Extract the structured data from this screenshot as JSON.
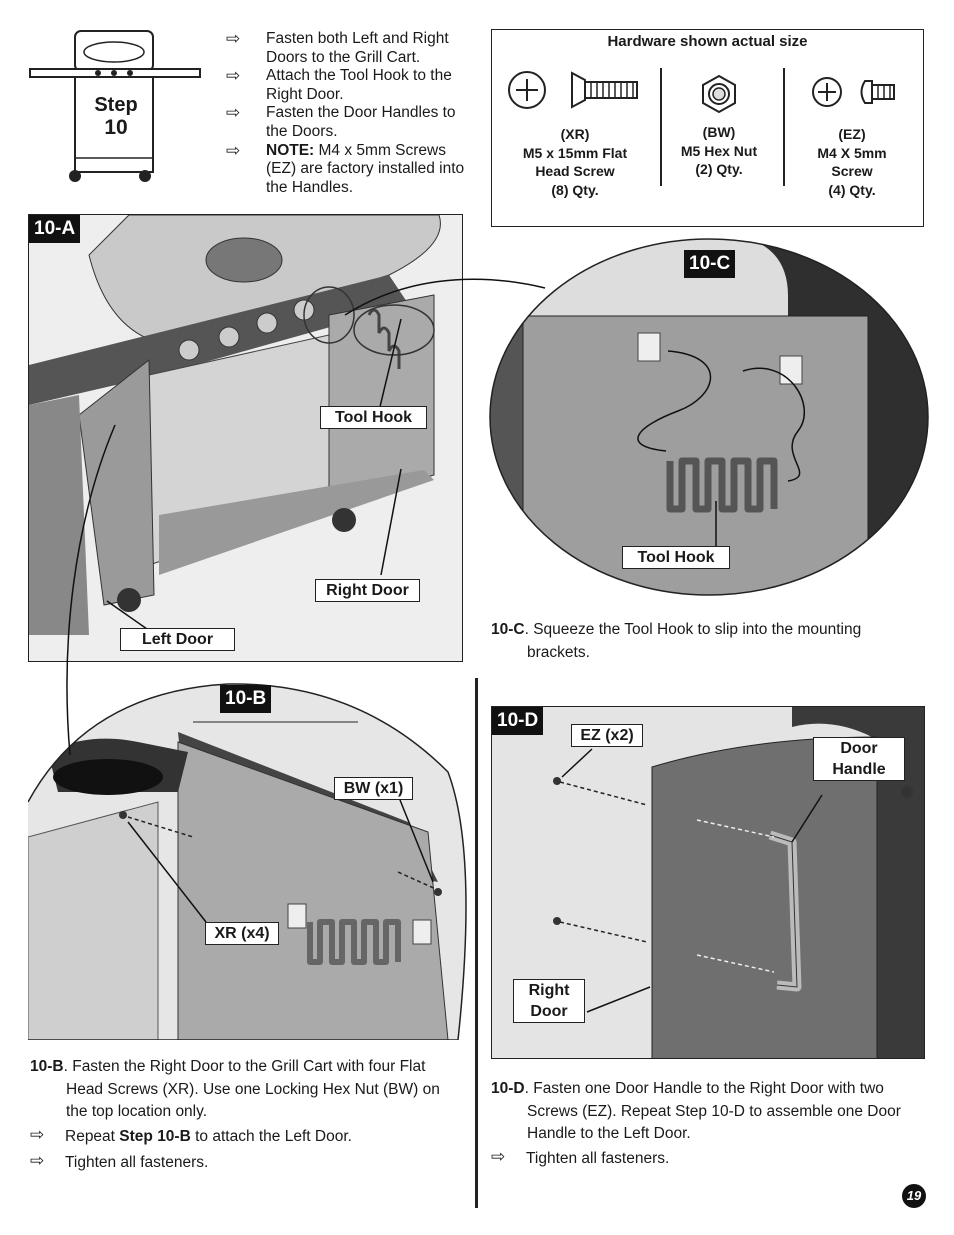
{
  "step": {
    "word": "Step",
    "number": "10"
  },
  "intro_bullets": [
    {
      "text": "Fasten both Left and Right Doors  to the Grill Cart."
    },
    {
      "text": "Attach the Tool Hook to the Right Door."
    },
    {
      "text": "Fasten the Door Handles to the Doors."
    },
    {
      "strong": "NOTE:",
      "text": " M4 x 5mm Screws (EZ) are factory installed into the Handles."
    }
  ],
  "hardware": {
    "title": "Hardware shown actual size",
    "items": [
      {
        "code": "(XR)",
        "line1": "M5 x 15mm Flat",
        "line2": "Head Screw",
        "qty": "(8) Qty."
      },
      {
        "code": "(BW)",
        "line1": "M5 Hex Nut",
        "qty": "(2) Qty."
      },
      {
        "code": "(EZ)",
        "line1": "M4 X 5mm",
        "line2": "Screw",
        "qty": "(4) Qty."
      }
    ]
  },
  "panels": {
    "a": {
      "tag": "10-A",
      "tool_hook": "Tool Hook",
      "right_door": "Right Door",
      "left_door": "Left Door"
    },
    "b": {
      "tag": "10-B",
      "bw": "BW (x1)",
      "xr": "XR (x4)"
    },
    "c": {
      "tag": "10-C",
      "tool_hook": "Tool Hook"
    },
    "d": {
      "tag": "10-D",
      "ez": "EZ (x2)",
      "door_handle_1": "Door",
      "door_handle_2": "Handle",
      "right_door_1": "Right",
      "right_door_2": "Door"
    }
  },
  "captions": {
    "c": {
      "ref": "10-C",
      "text": ". Squeeze the Tool Hook to slip into the mounting brackets."
    },
    "b": {
      "ref": "10-B",
      "text": ". Fasten the Right Door to the Grill Cart with four Flat Head Screws (XR).   Use one Locking Hex Nut (BW) on the top location only.",
      "bullet1_pre": "Repeat ",
      "bullet1_strong": "Step 10-B",
      "bullet1_post": " to attach the Left Door.",
      "bullet2": "Tighten all fasteners."
    },
    "d": {
      "ref": "10-D",
      "text": ". Fasten one Door Handle to the Right Door with two Screws (EZ).  Repeat Step 10-D to assemble one Door Handle to the Left Door.",
      "bullet": "Tighten all fasteners."
    }
  },
  "page_number": "19"
}
